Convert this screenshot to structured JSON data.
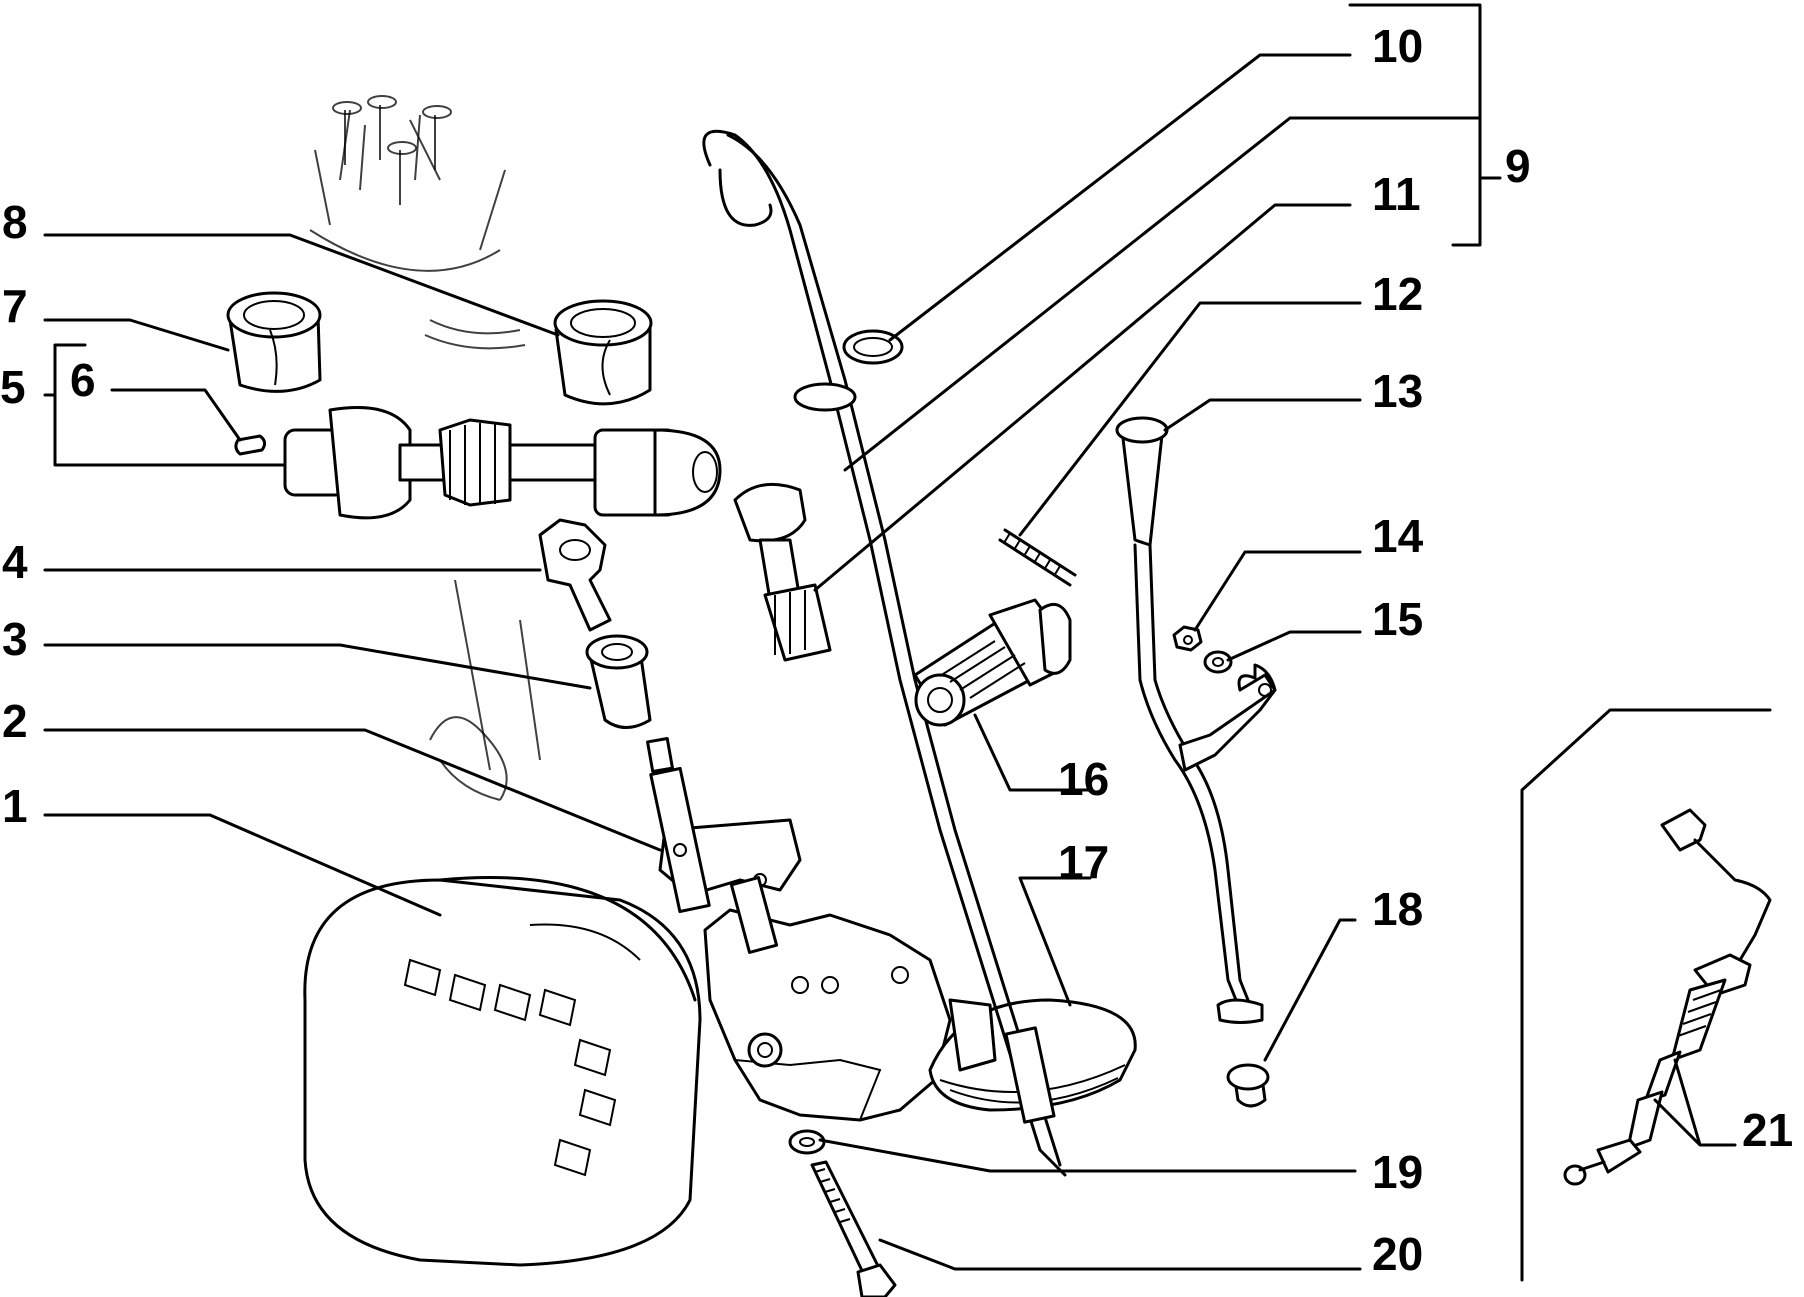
{
  "colors": {
    "ink": "#000000",
    "paper": "#ffffff"
  },
  "callouts": {
    "c1": "1",
    "c2": "2",
    "c3": "3",
    "c4": "4",
    "c5": "5",
    "c6": "6",
    "c7": "7",
    "c8": "8",
    "c9": "9",
    "c10": "10",
    "c11": "11",
    "c12": "12",
    "c13": "13",
    "c14": "14",
    "c15": "15",
    "c16": "16",
    "c17": "17",
    "c18": "18",
    "c19": "19",
    "c20": "20",
    "c21": "21"
  }
}
